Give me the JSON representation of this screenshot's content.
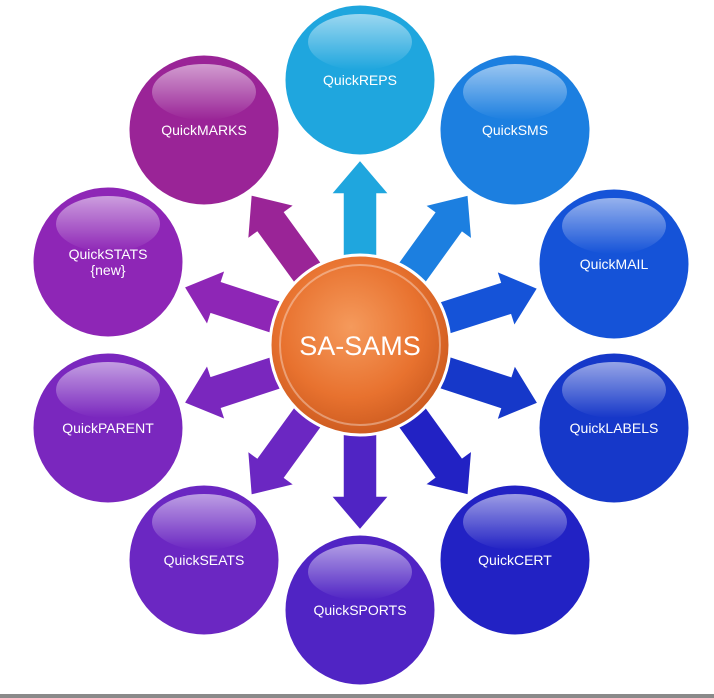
{
  "diagram": {
    "hub": {
      "label": "SA-SAMS",
      "color": "#E8722F"
    },
    "nodes": [
      {
        "id": "quickreps",
        "lines": [
          "QuickREPS"
        ],
        "color": "#1FA6DE"
      },
      {
        "id": "quicksms",
        "lines": [
          "QuickSMS"
        ],
        "color": "#1C7FE0"
      },
      {
        "id": "quickmail",
        "lines": [
          "QuickMAIL"
        ],
        "color": "#1553D8"
      },
      {
        "id": "quicklabels",
        "lines": [
          "QuickLABELS"
        ],
        "color": "#1638C9"
      },
      {
        "id": "quickcert",
        "lines": [
          "QuickCERT"
        ],
        "color": "#2222C4"
      },
      {
        "id": "quicksports",
        "lines": [
          "QuickSPORTS"
        ],
        "color": "#5024C4"
      },
      {
        "id": "quickseats",
        "lines": [
          "QuickSEATS"
        ],
        "color": "#6B27C2"
      },
      {
        "id": "quickparent",
        "lines": [
          "QuickPARENT"
        ],
        "color": "#7A27BE"
      },
      {
        "id": "quickstats",
        "lines": [
          "QuickSTATS",
          "{new}"
        ],
        "color": "#8E26B6"
      },
      {
        "id": "quickmarks",
        "lines": [
          "QuickMARKS"
        ],
        "color": "#9A2497"
      }
    ]
  }
}
